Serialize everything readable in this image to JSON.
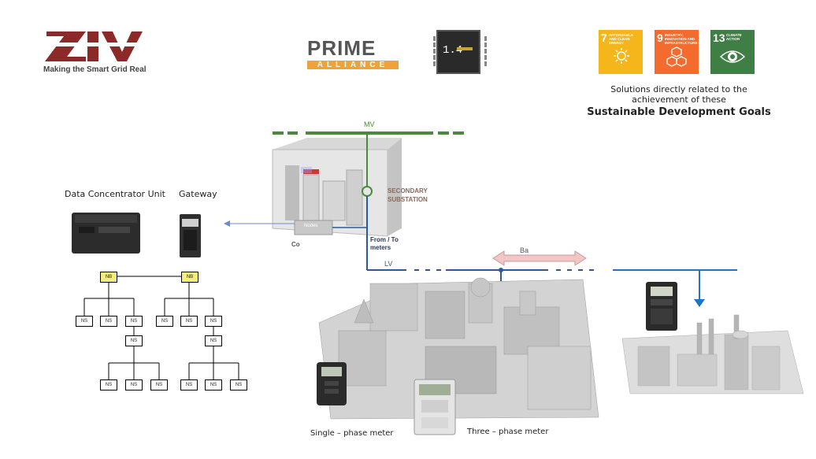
{
  "zv_logo": {
    "tagline": "Making the Smart Grid Real"
  },
  "prime_logo": {
    "main": "PRIME",
    "sub": "ALLIANCE"
  },
  "chip": {
    "label": "1.4"
  },
  "sdgs": [
    {
      "number": "7",
      "title": "AFFORDABLE AND CLEAN ENERGY",
      "color": "#f4b61a"
    },
    {
      "number": "9",
      "title": "INDUSTRY, INNOVATION AND INFRASTRUCTURE",
      "color": "#f36b2d"
    },
    {
      "number": "13",
      "title": "CLIMATE ACTION",
      "color": "#3f7e44"
    }
  ],
  "sdg_caption": {
    "line1": "Solutions directly related to the",
    "line2": "achievement of these",
    "line3": "Sustainable Development Goals"
  },
  "labels": {
    "dcu": "Data Concentrator Unit",
    "gateway": "Gateway",
    "mv": "MV",
    "secondary1": "SECONDARY",
    "secondary2": "SUBSTATION",
    "nodes": "Nodes",
    "from_to1": "From / To",
    "from_to2": "meters",
    "lv": "LV",
    "ba": "Ba",
    "co": "Co",
    "single_meter": "Single – phase meter",
    "three_meter": "Three – phase meter"
  },
  "tree": {
    "nb": "NB",
    "ns": "NS"
  }
}
